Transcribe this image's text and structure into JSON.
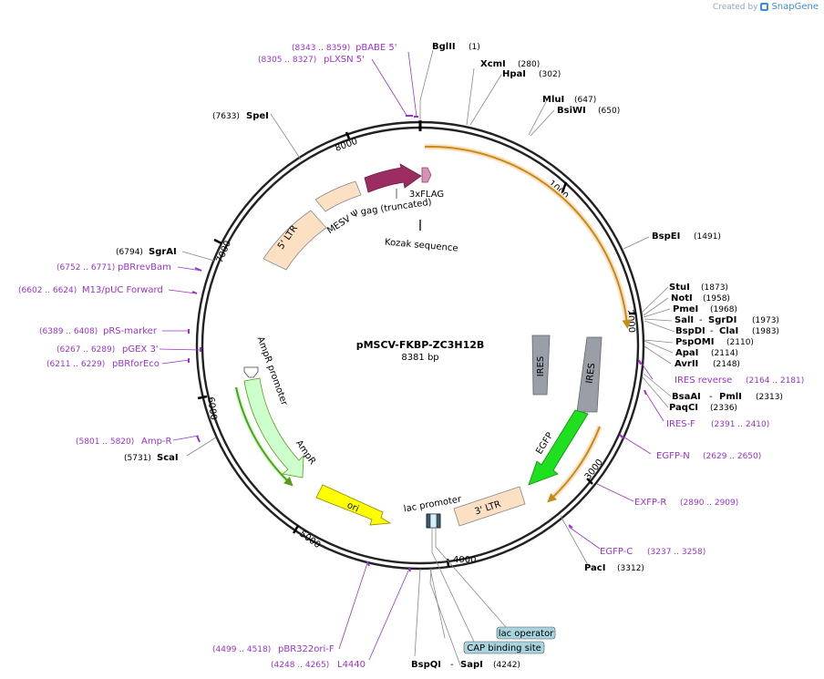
{
  "credit": {
    "prefix": "Created by",
    "brand": "SnapGene"
  },
  "plasmid": {
    "name": "pMSCV-FKBP-ZC3H12B",
    "size": "8381 bp"
  },
  "enzymes": {
    "bglII": {
      "name": "BglII",
      "pos": "(1)"
    },
    "xcmI": {
      "name": "XcmI",
      "pos": "(280)"
    },
    "hpaI": {
      "name": "HpaI",
      "pos": "(302)"
    },
    "mluI": {
      "name": "MluI",
      "pos": "(647)"
    },
    "bsiWI": {
      "name": "BsiWI",
      "pos": "(650)"
    },
    "bspEI": {
      "name": "BspEI",
      "pos": "(1491)"
    },
    "stuI": {
      "name": "StuI",
      "pos": "(1873)"
    },
    "notI": {
      "name": "NotI",
      "pos": "(1958)"
    },
    "pmeI": {
      "name": "PmeI",
      "pos": "(1968)"
    },
    "salI": {
      "name": "SalI",
      "sep": "-",
      "name2": "SgrDI",
      "pos": "(1973)"
    },
    "bspDI": {
      "name": "BspDI",
      "sep": "-",
      "name2": "ClaI",
      "pos": "(1983)"
    },
    "pspOMI": {
      "name": "PspOMI",
      "pos": "(2110)"
    },
    "apaI": {
      "name": "ApaI",
      "pos": "(2114)"
    },
    "avrII": {
      "name": "AvrII",
      "pos": "(2148)"
    },
    "bsaAI": {
      "name": "BsaAI",
      "sep": "-",
      "name2": "PmlI",
      "pos": "(2313)"
    },
    "paqCI": {
      "name": "PaqCI",
      "pos": "(2336)"
    },
    "pacI": {
      "name": "PacI",
      "pos": "(3312)"
    },
    "bspQI": {
      "name": "BspQI",
      "sep": "-",
      "name2": "SapI",
      "pos": "(4242)"
    },
    "scaI": {
      "name": "ScaI",
      "pos": "(5731)"
    },
    "sgrAI": {
      "name": "SgrAI",
      "pos": "(6794)"
    },
    "speI": {
      "name": "SpeI",
      "pos": "(7633)"
    }
  },
  "primers": {
    "pBABE5": {
      "range": "(8343 .. 8359)",
      "name": "pBABE 5'"
    },
    "pLXSN5": {
      "range": "(8305 .. 8327)",
      "name": "pLXSN 5'"
    },
    "pBRrevBam": {
      "range": "(6752 .. 6771)",
      "name": "pBRrevBam"
    },
    "m13": {
      "range": "(6602 .. 6624)",
      "name": "M13/pUC Forward"
    },
    "pRSmarker": {
      "range": "(6389 .. 6408)",
      "name": "pRS-marker"
    },
    "pGEX3": {
      "range": "(6267 .. 6289)",
      "name": "pGEX 3'"
    },
    "pBRforEco": {
      "range": "(6211 .. 6229)",
      "name": "pBRforEco"
    },
    "ampR": {
      "range": "(5801 .. 5820)",
      "name": "Amp-R"
    },
    "iresRev": {
      "name": "IRES reverse",
      "range": "(2164 .. 2181)"
    },
    "iresF": {
      "name": "IRES-F",
      "range": "(2391 .. 2410)"
    },
    "egfpN": {
      "name": "EGFP-N",
      "range": "(2629 .. 2650)"
    },
    "exfpR": {
      "name": "EXFP-R",
      "range": "(2890 .. 2909)"
    },
    "egfpC": {
      "name": "EGFP-C",
      "range": "(3237 .. 3258)"
    },
    "pBR322ori": {
      "range": "(4499 .. 4518)",
      "name": "pBR322ori-F"
    },
    "l4440": {
      "range": "(4248 .. 4265)",
      "name": "L4440"
    }
  },
  "ticks": {
    "t1000": "1000",
    "t2000": "2000",
    "t3000": "3000",
    "t4000": "4000",
    "t5000": "5000",
    "t6000": "6000",
    "t7000": "7000",
    "t8000": "8000"
  },
  "features": {
    "ltr5": "5' LTR",
    "mesv": "MESV Ψ",
    "gag": "gag (truncated)",
    "flag": "3xFLAG",
    "kozak": "Kozak sequence",
    "ires1": "IRES",
    "ires2": "IRES",
    "egfp": "EGFP",
    "ltr3": "3' LTR",
    "lacPromoter": "lac promoter",
    "lacOperator": "lac operator",
    "cap": "CAP binding site",
    "ori": "ori",
    "ampR": "AmpR",
    "ampRPromoter": "AmpR promoter"
  },
  "colors": {
    "backbone": "#222222",
    "enzymeLine": "#888888",
    "primer": "#9933cc",
    "primerText": "#9933cc",
    "ltr": "#fbe0c3",
    "gag": "#9b2d62",
    "flag": "#d993b2",
    "ires": "#9a9ea6",
    "egfp": "#1ee01e",
    "ori": "#ffff00",
    "ampR": "#ccffcc",
    "ampRArrow": "#5a9a1e",
    "orfArrow": "#c88a14",
    "lacOperator": "#a8d4e0"
  }
}
